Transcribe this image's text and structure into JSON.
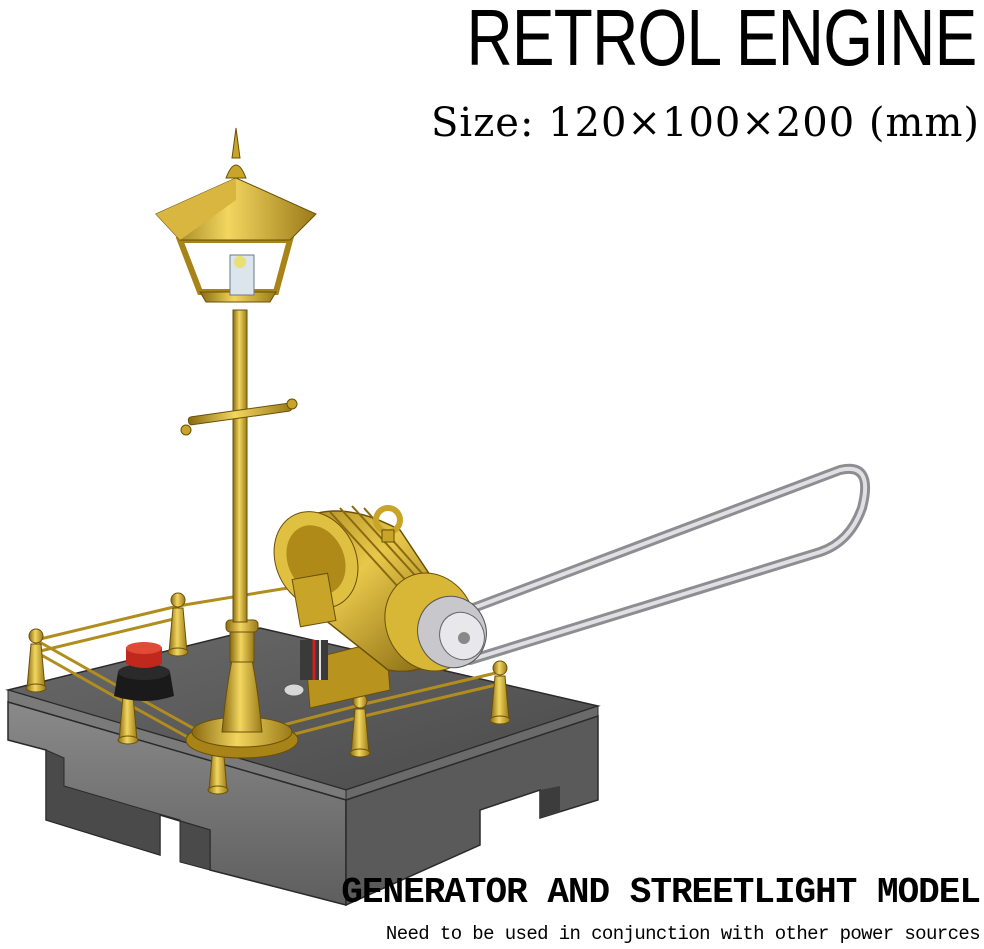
{
  "header": {
    "title": "RETROL ENGINE",
    "size": "Size: 120×100×200 (mm)"
  },
  "footer": {
    "model_name": "GENERATOR AND STREETLIGHT MODEL",
    "note": "Need to be used in conjunction with other power sources"
  },
  "colors": {
    "brass": "#c8a528",
    "brass_dark": "#8a6a10",
    "base_gray": "#6e6e6e",
    "base_top": "#5a5a5a",
    "belt": "#b8b8bc",
    "button_red": "#c0281e"
  },
  "icons": [
    "street-lamp",
    "generator-motor",
    "push-button",
    "drive-belt"
  ]
}
